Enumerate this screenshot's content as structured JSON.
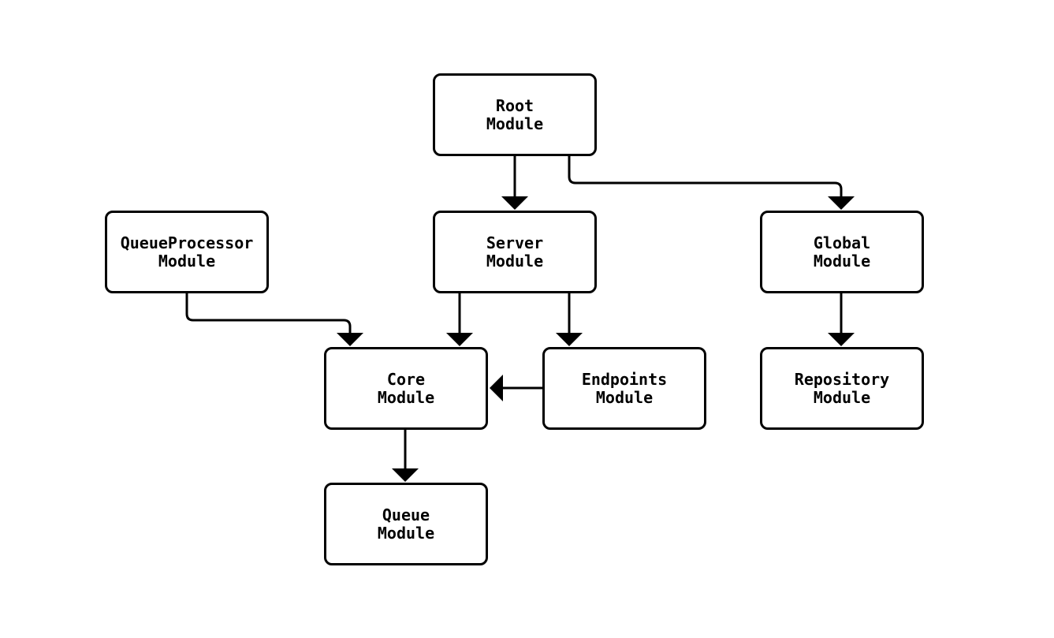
{
  "diagram": {
    "type": "flowchart",
    "direction": "top-down",
    "colors": {
      "background": "#ffffff",
      "node_fill": "#ffffff",
      "node_border": "#000000",
      "edge": "#000000",
      "text": "#000000"
    },
    "nodes": {
      "root": {
        "label": "Root\nModule"
      },
      "queueprocessor": {
        "label": "QueueProcessor\nModule"
      },
      "server": {
        "label": "Server\nModule"
      },
      "global": {
        "label": "Global\nModule"
      },
      "core": {
        "label": "Core\nModule"
      },
      "endpoints": {
        "label": "Endpoints\nModule"
      },
      "repository": {
        "label": "Repository\nModule"
      },
      "queue": {
        "label": "Queue\nModule"
      }
    },
    "edges": [
      {
        "from": "Root Module",
        "to": "Server Module"
      },
      {
        "from": "Root Module",
        "to": "Global Module"
      },
      {
        "from": "QueueProcessor Module",
        "to": "Core Module"
      },
      {
        "from": "Server Module",
        "to": "Core Module"
      },
      {
        "from": "Server Module",
        "to": "Endpoints Module"
      },
      {
        "from": "Endpoints Module",
        "to": "Core Module"
      },
      {
        "from": "Global Module",
        "to": "Repository Module"
      },
      {
        "from": "Core Module",
        "to": "Queue Module"
      }
    ]
  }
}
